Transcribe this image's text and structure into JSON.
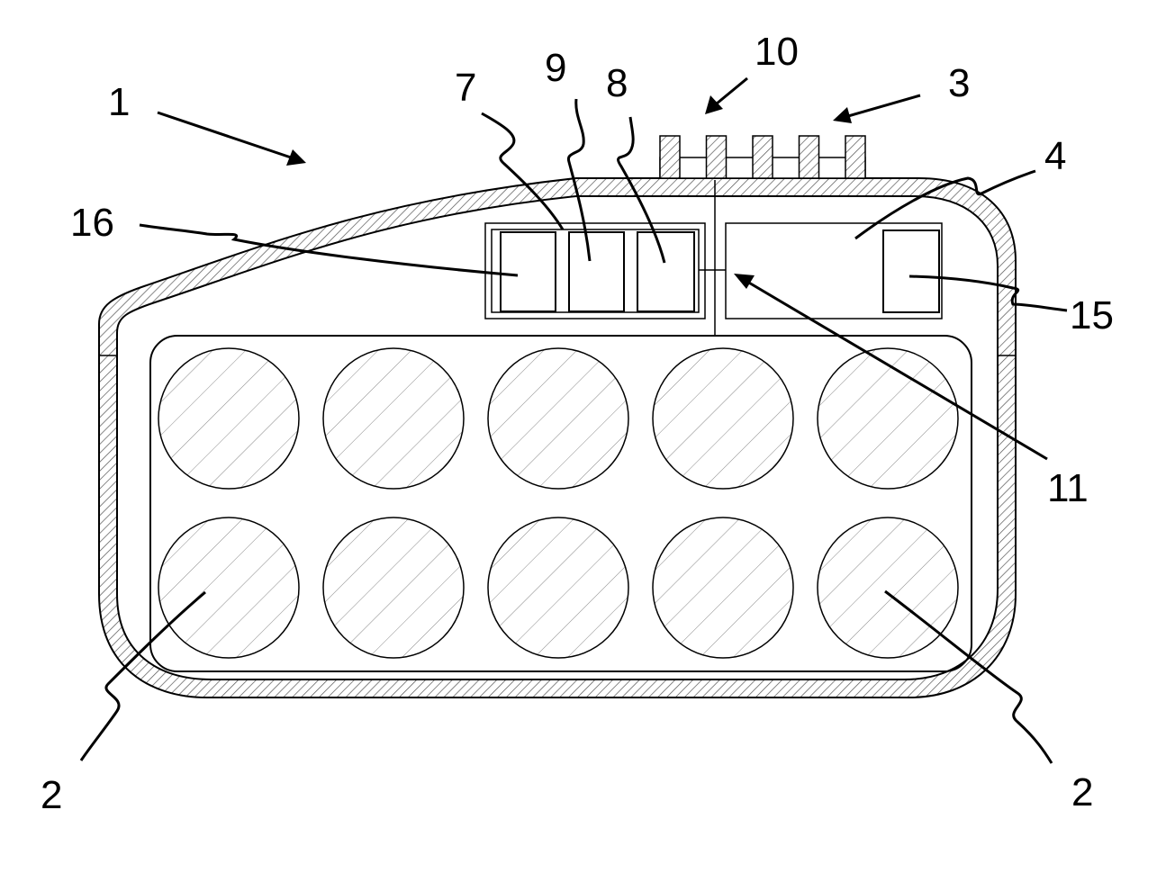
{
  "figure": {
    "reference_numerals": {
      "device": "1",
      "cell_left": "2",
      "cell_right": "2",
      "connector": "3",
      "compartment": "4",
      "module_7": "7",
      "module_8": "8",
      "module_9": "9",
      "terminal_10": "10",
      "link_11": "11",
      "component_15": "15",
      "component_16": "16"
    },
    "cell_count": 10,
    "connector_pin_count": 5
  }
}
